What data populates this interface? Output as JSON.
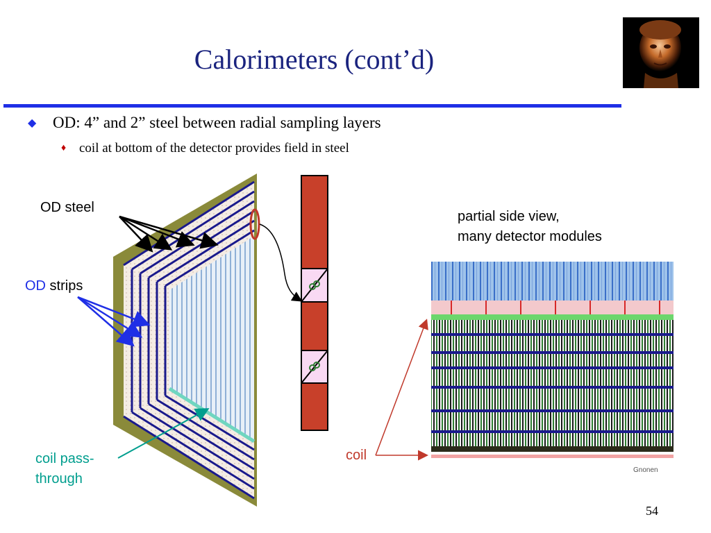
{
  "slide": {
    "title": "Calorimeters (cont’d)",
    "bullets": [
      {
        "text": "OD: 4” and 2” steel between radial sampling layers",
        "marker": "diamond",
        "level": 1
      },
      {
        "text": "coil at bottom of the detector provides field in steel",
        "marker": "diamond",
        "level": 2
      }
    ],
    "page_number": "54"
  },
  "labels": {
    "od_steel": "OD steel",
    "od_strips_od": "OD",
    "od_strips_rest": " strips",
    "partial_view_line1": "partial side view,",
    "partial_view_line2": "many detector modules",
    "coil": "coil",
    "coil_pass_line1": "coil pass-",
    "coil_pass_line2": "through",
    "corner_caption": "Gnonen"
  },
  "colors": {
    "title": "#1a237e",
    "rule": "#1f2fe6",
    "od_blue": "#1f2fe6",
    "coil_red": "#c0392b",
    "teal": "#009e8e",
    "frame_olive": "#8a8a3a",
    "module_red": "#c8402a"
  }
}
